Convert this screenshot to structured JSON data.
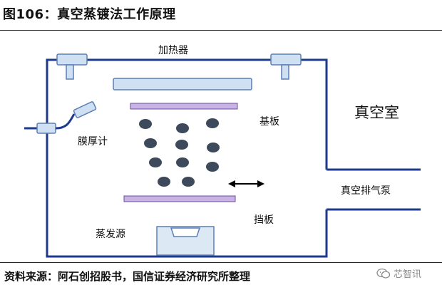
{
  "figure": {
    "title": "图106：真空蒸镀法工作原理"
  },
  "diagram": {
    "labels": {
      "heater": "加热器",
      "chamber": "真空室",
      "substrate": "基板",
      "thickness_monitor": "膜厚计",
      "pump": "真空排气泵",
      "shutter": "挡板",
      "evaporation_source": "蒸发源"
    },
    "colors": {
      "chamber_wall": "#1e3a8a",
      "heater_fill": "#cfe0f3",
      "heater_stroke": "#5b7fb5",
      "plate_fill": "#c8b2e6",
      "plate_stroke": "#6a4f9a",
      "particle": "#3d4a5c",
      "source_fill": "#dde8f5"
    },
    "icons": {
      "motion_arrow": "double-arrow-icon"
    }
  },
  "footer": {
    "source": "资料来源：阿石创招股书，国信证券经济研究所整理",
    "watermark": "芯智讯",
    "watermark_icon": "wechat-icon"
  }
}
